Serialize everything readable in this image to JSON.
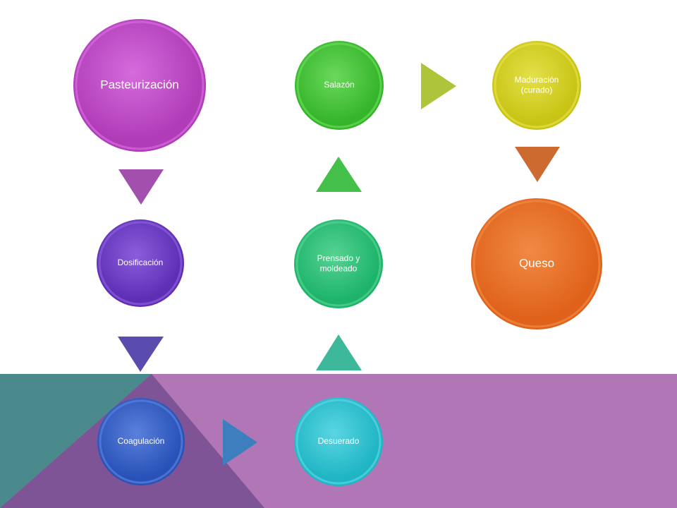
{
  "diagram": {
    "nodes": [
      {
        "id": "pasteurizacion",
        "lines": [
          "Pasteurización"
        ],
        "color": "#B03CB8",
        "light": "#D56BDC"
      },
      {
        "id": "dosificacion",
        "lines": [
          "Dosificación"
        ],
        "color": "#5E2FB5",
        "light": "#8A5EDB"
      },
      {
        "id": "coagulacion",
        "lines": [
          "Coagulación"
        ],
        "color": "#2852B8",
        "light": "#5A80DC"
      },
      {
        "id": "desuerado",
        "lines": [
          "Desuerado"
        ],
        "color": "#1FB5C4",
        "light": "#5AD6E2"
      },
      {
        "id": "prensado",
        "lines": [
          "Prensado y",
          "moldeado"
        ],
        "color": "#1DB36A",
        "light": "#55D392"
      },
      {
        "id": "salazon",
        "lines": [
          "Salazón"
        ],
        "color": "#35B52A",
        "light": "#6BD85D"
      },
      {
        "id": "maduracion",
        "lines": [
          "Maduración",
          "(curado)"
        ],
        "color": "#C8C414",
        "light": "#E4E04A"
      },
      {
        "id": "queso",
        "lines": [
          "Queso"
        ],
        "color": "#E0621A",
        "light": "#F08A44"
      }
    ],
    "connectors": [
      {
        "from": "pasteurizacion",
        "to": "dosificacion",
        "direction": "down",
        "color": "#A24FAE"
      },
      {
        "from": "dosificacion",
        "to": "coagulacion",
        "direction": "down",
        "color": "#5A4BAE"
      },
      {
        "from": "coagulacion",
        "to": "desuerado",
        "direction": "right",
        "color": "#3D7FBE"
      },
      {
        "from": "desuerado",
        "to": "prensado",
        "direction": "up",
        "color": "#3EB89A"
      },
      {
        "from": "prensado",
        "to": "salazon",
        "direction": "up",
        "color": "#43BF4A"
      },
      {
        "from": "salazon",
        "to": "maduracion",
        "direction": "right",
        "color": "#AEC43A"
      },
      {
        "from": "maduracion",
        "to": "queso",
        "direction": "down",
        "color": "#CD6A30"
      }
    ]
  },
  "theme": {
    "band_purple": "#B176B6",
    "band_teal": "#4B8A8C",
    "band_dark": "#7E5496"
  }
}
